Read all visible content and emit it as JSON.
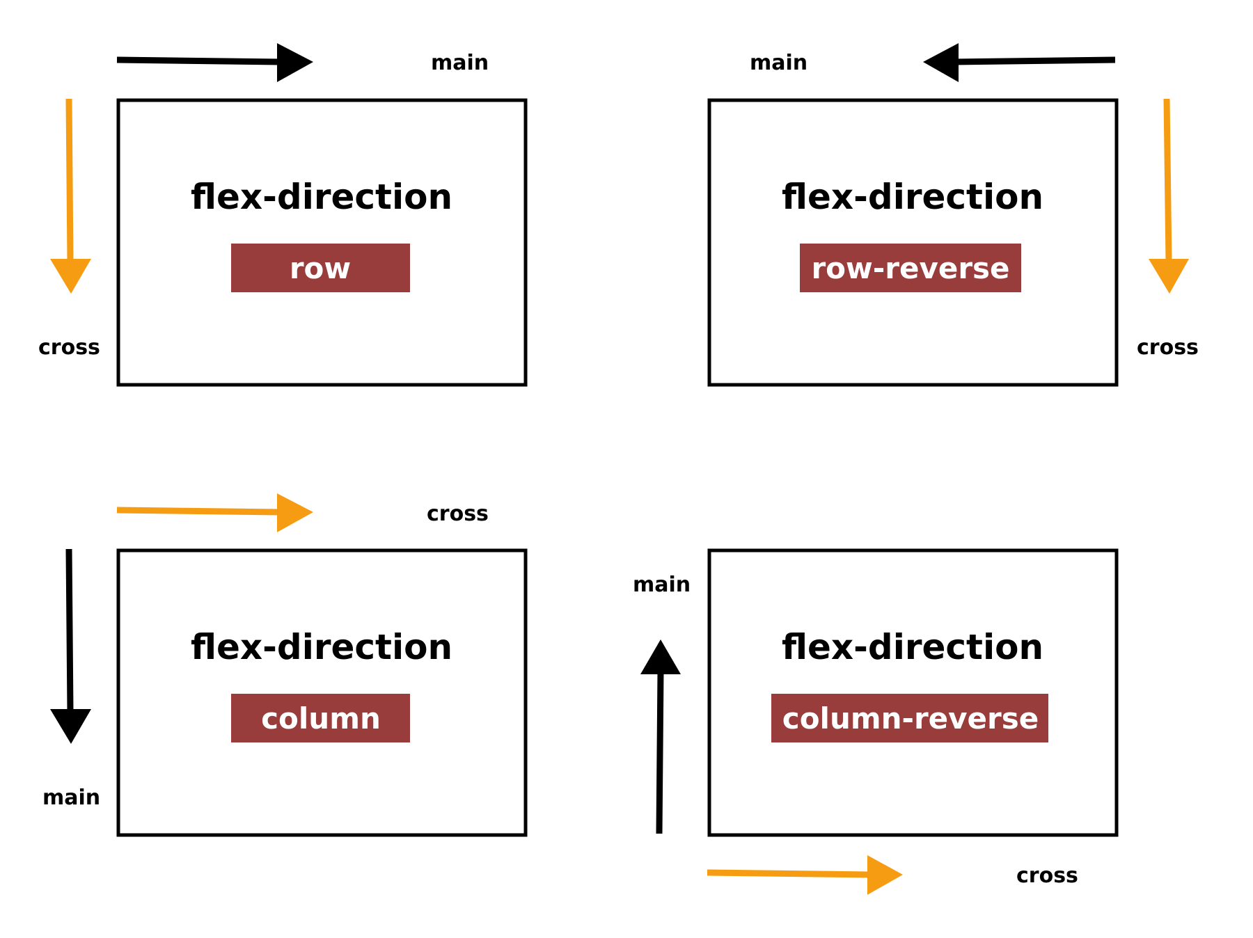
{
  "colors": {
    "main_axis": "#000000",
    "cross_axis": "#f59c12",
    "badge": "#993c3c",
    "box_border": "#000000"
  },
  "panels": [
    {
      "title": "flex-direction",
      "value": "row",
      "horizontal_axis": {
        "label": "main",
        "direction": "right",
        "kind": "main"
      },
      "vertical_axis": {
        "label": "cross",
        "direction": "down",
        "kind": "cross"
      }
    },
    {
      "title": "flex-direction",
      "value": "row-reverse",
      "horizontal_axis": {
        "label": "main",
        "direction": "left",
        "kind": "main"
      },
      "vertical_axis": {
        "label": "cross",
        "direction": "down",
        "kind": "cross"
      }
    },
    {
      "title": "flex-direction",
      "value": "column",
      "horizontal_axis": {
        "label": "cross",
        "direction": "right",
        "kind": "cross"
      },
      "vertical_axis": {
        "label": "main",
        "direction": "down",
        "kind": "main"
      }
    },
    {
      "title": "flex-direction",
      "value": "column-reverse",
      "horizontal_axis": {
        "label": "cross",
        "direction": "right",
        "kind": "cross"
      },
      "vertical_axis": {
        "label": "main",
        "direction": "up",
        "kind": "main"
      }
    }
  ]
}
